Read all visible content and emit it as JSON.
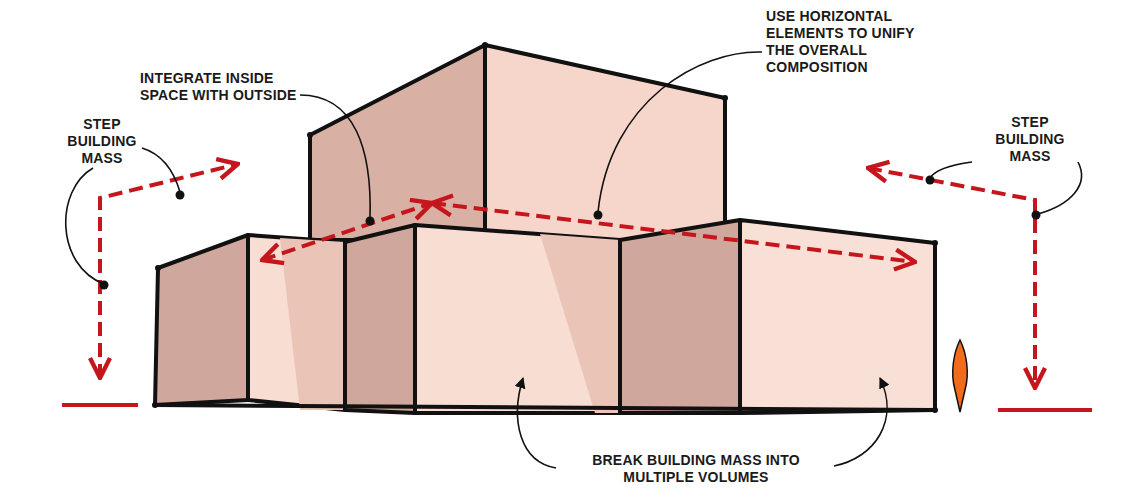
{
  "diagram": {
    "labels": [
      "INTEGRATE INSIDE SPACE WITH OUTSIDE",
      "STEP BUILDING MASS",
      "USE HORIZONTAL ELEMENTS TO UNIFY THE OVERALL COMPOSITION",
      "STEP BUILDING MASS",
      "BREAK BUILDING MASS INTO MULTIPLE VOLUMES"
    ]
  }
}
